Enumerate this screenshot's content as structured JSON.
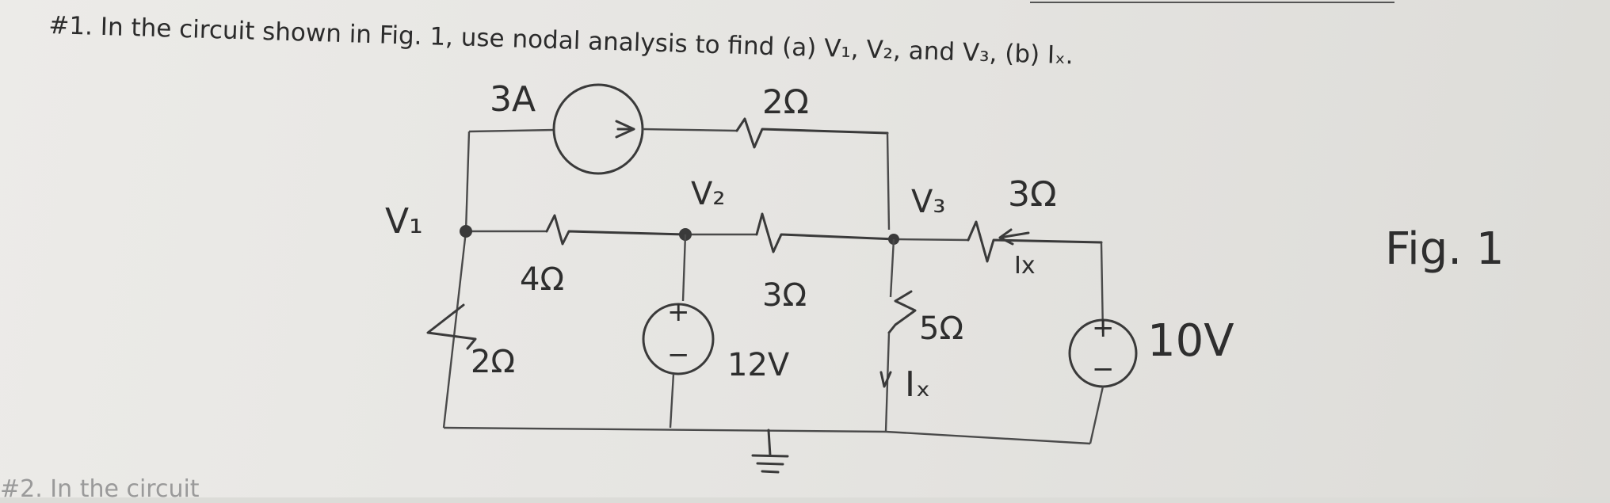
{
  "problem": {
    "number": "#1.",
    "statement": "In the circuit shown in Fig. 1, use nodal analysis to find (a) V₁, V₂, and V₃, (b) Iₓ."
  },
  "next_problem_fragment": "#2. In the circuit",
  "figure": {
    "caption": "Fig. 1",
    "node_labels": {
      "v1": "V₁",
      "v2": "V₂",
      "v3": "V₃"
    },
    "current_source": {
      "label": "3A"
    },
    "voltage_sources": [
      {
        "id": "vs-12",
        "label": "12V"
      },
      {
        "id": "vs-10",
        "label": "10V"
      }
    ],
    "resistors": [
      {
        "id": "r-top",
        "label": "2Ω"
      },
      {
        "id": "r-v1v2",
        "label": "4Ω"
      },
      {
        "id": "r-v2v3",
        "label": "3Ω"
      },
      {
        "id": "r-v3-10v",
        "label": "3Ω"
      },
      {
        "id": "r-v1-ground",
        "label": "2Ω"
      },
      {
        "id": "r-v3-ground",
        "label": "5Ω"
      }
    ],
    "current_labels": {
      "ix_upper": "Ix",
      "ix_lower": "Iₓ"
    },
    "ground_label": "ground",
    "source_polarity": {
      "plus": "+",
      "minus": "−"
    }
  }
}
